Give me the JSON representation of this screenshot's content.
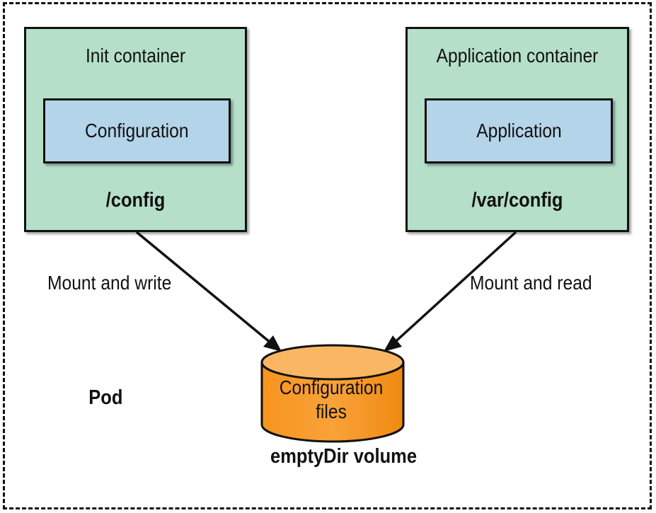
{
  "pod": {
    "label": "Pod"
  },
  "init_container": {
    "title": "Init container",
    "inner_label": "Configuration",
    "mount_path": "/config"
  },
  "app_container": {
    "title": "Application container",
    "inner_label": "Application",
    "mount_path": "/var/config"
  },
  "edges": {
    "write_label": "Mount and write",
    "read_label": "Mount and read"
  },
  "volume": {
    "line1": "Configuration",
    "line2": "files",
    "caption": "emptyDir volume"
  },
  "colors": {
    "container_fill": "#b5dfc8",
    "inner_fill": "#b4d4e9",
    "volume_fill": "#f7941d",
    "volume_top": "#fbb664"
  }
}
